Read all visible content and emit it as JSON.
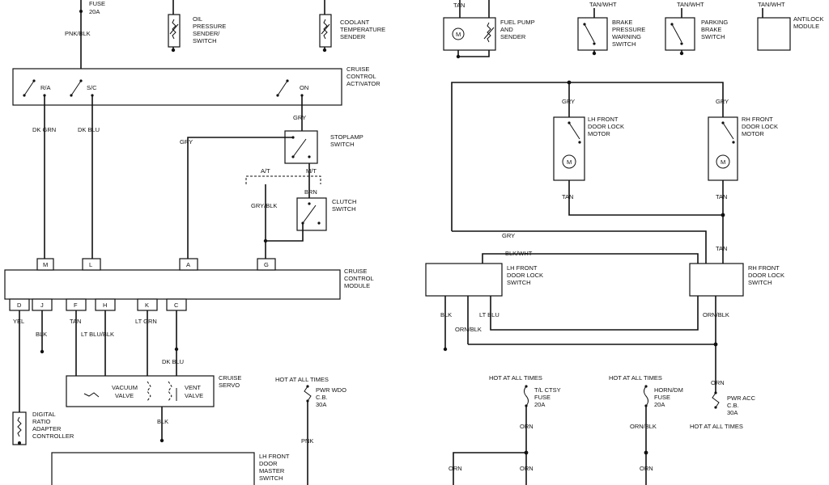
{
  "labels": {
    "fuse_top": "FUSE",
    "fuse_top_rating": "20A",
    "pnk_blk": "PNK/BLK",
    "oil_1": "OIL",
    "oil_2": "PRESSURE",
    "oil_3": "SENDER/",
    "oil_4": "SWITCH",
    "coolant_1": "COOLANT",
    "coolant_2": "TEMPERATURE",
    "coolant_3": "SENDER",
    "cca_1": "CRUISE",
    "cca_2": "CONTROL",
    "cca_3": "ACTIVATOR",
    "ra": "R/A",
    "sc": "S/C",
    "on": "ON",
    "dk_grn": "DK GRN",
    "dk_blu": "DK BLU",
    "gry": "GRY",
    "stoplamp_1": "STOPLAMP",
    "stoplamp_2": "SWITCH",
    "at": "A/T",
    "mt": "M/T",
    "brn": "BRN",
    "gry_blk": "GRY/BLK",
    "clutch_1": "CLUTCH",
    "clutch_2": "SWITCH",
    "ccm_1": "CRUISE",
    "ccm_2": "CONTROL",
    "ccm_3": "MODULE",
    "pin_m": "M",
    "pin_l": "L",
    "pin_a": "A",
    "pin_g": "G",
    "pin_d": "D",
    "pin_j": "J",
    "pin_f": "F",
    "pin_h": "H",
    "pin_k": "K",
    "pin_c": "C",
    "yel": "YEL",
    "blk": "BLK",
    "tan": "TAN",
    "lt_blu_blk": "LT BLU/BLK",
    "lt_grn": "LT GRN",
    "vacuum_1": "VACUUM",
    "vacuum_2": "VALVE",
    "vent_1": "VENT",
    "vent_2": "VALVE",
    "servo_1": "CRUISE",
    "servo_2": "SERVO",
    "drac_1": "DIGITAL",
    "drac_2": "RATIO",
    "drac_3": "ADAPTER",
    "drac_4": "CONTROLLER",
    "hot_all_times": "HOT AT ALL TIMES",
    "pwr_wdo": "PWR WDO",
    "cb": "C.B.",
    "rating_30a": "30A",
    "pnk": "PNK",
    "master_1": "LH FRONT",
    "master_2": "DOOR",
    "master_3": "MASTER",
    "master_4": "SWITCH",
    "fp_1": "FUEL PUMP",
    "fp_2": "AND",
    "fp_3": "SENDER",
    "tan_wht": "TAN/WHT",
    "bp_1": "BRAKE",
    "bp_2": "PRESSURE",
    "bp_3": "WARNING",
    "bp_4": "SWITCH",
    "pb_1": "PARKING",
    "pb_2": "BRAKE",
    "pb_3": "SWITCH",
    "abs_1": "ANTILOCK",
    "abs_2": "MODULE",
    "lh_motor_1": "LH FRONT",
    "lh_motor_2": "DOOR LOCK",
    "lh_motor_3": "MOTOR",
    "rh_motor_1": "RH FRONT",
    "rh_motor_2": "DOOR LOCK",
    "rh_motor_3": "MOTOR",
    "motor_symbol": "M",
    "blk_wht": "BLK/WHT",
    "lh_sw_1": "LH FRONT",
    "lh_sw_2": "DOOR LOCK",
    "lh_sw_3": "SWITCH",
    "rh_sw_1": "RH FRONT",
    "rh_sw_2": "DOOR LOCK",
    "rh_sw_3": "SWITCH",
    "lt_blu": "LT BLU",
    "orn_blk": "ORN/BLK",
    "orn": "ORN",
    "tl_ctsy": "T/L CTSY",
    "fuse": "FUSE",
    "rating_20a": "20A",
    "horn_dm": "HORN/DM",
    "pwr_acc": "PWR ACC"
  }
}
